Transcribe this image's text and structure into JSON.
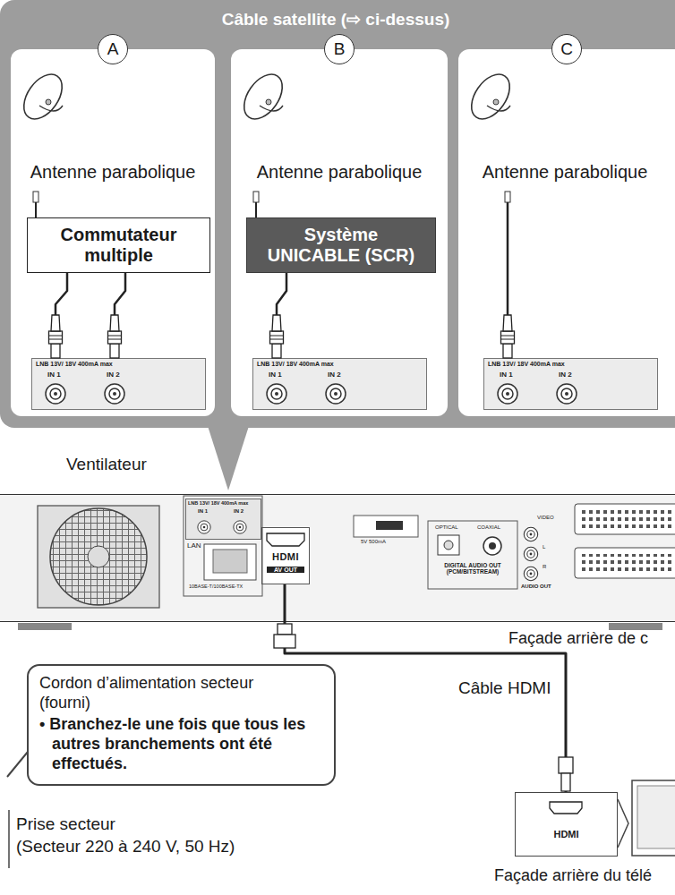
{
  "diagram": {
    "nodes": [
      {
        "text": [
          "Câble satellite (⇨ ci-dessus)"
        ]
      },
      {
        "text": [
          "A",
          "Antenne parabolique"
        ],
        "in": 0
      },
      {
        "text": [
          "Commutateur multiple"
        ],
        "in": 1
      },
      {
        "text": [
          "LNB 13V/ 18V 400mA max",
          "IN 1",
          "IN 2"
        ],
        "in": 1
      },
      {
        "text": [
          "B",
          "Antenne parabolique"
        ],
        "in": 0
      },
      {
        "text": [
          "Système UNICABLE (SCR)"
        ],
        "in": 4
      },
      {
        "text": [
          "LNB 13V/ 18V 400mA max",
          "IN 1",
          "IN 2"
        ],
        "in": 4
      },
      {
        "text": [
          "C",
          "Antenne parabolique"
        ],
        "in": 0
      },
      {
        "text": [
          "LNB 13V/ 18V 400mA max",
          "IN 1",
          "IN 2"
        ],
        "in": 7
      },
      {
        "text": [
          "Façade arrière de c"
        ]
      },
      {
        "text": [
          "LNB 13V/ 18V 400mA max",
          "IN 1",
          "IN 2"
        ],
        "in": 9
      },
      {
        "text": [
          "HDMI",
          "AV OUT"
        ],
        "in": 9
      },
      {
        "text": [
          "Cordon d’alimentation secteur (fourni)",
          "• Branchez-le une fois que tous les autres branchements ont été effectués."
        ]
      },
      {
        "text": [
          "HDMI"
        ]
      }
    ],
    "edges": [
      {
        "from": 2,
        "to": 3,
        "arrow": "none"
      },
      {
        "from": 2,
        "to": 3,
        "arrow": "none"
      },
      {
        "from": 5,
        "to": 6,
        "arrow": "none"
      },
      {
        "from": 11,
        "to": 13,
        "label": "Câble HDMI",
        "arrow": "none"
      }
    ],
    "labels": [
      "Ventilateur",
      "LAN",
      "10BASE-T/100BASE-TX",
      "5V 500mA",
      "OPTICAL",
      "COAXIAL",
      "DIGITAL AUDIO OUT (PCM/BITSTREAM)",
      "VIDEO",
      "L",
      "R",
      "AUDIO OUT",
      "Prise secteur",
      "(Secteur 220 à 240 V, 50 Hz)",
      "Façade arrière du télé"
    ]
  }
}
